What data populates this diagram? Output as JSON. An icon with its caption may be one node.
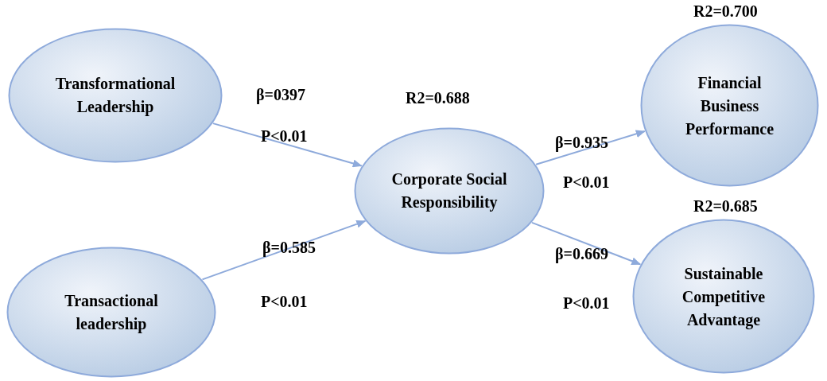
{
  "diagram": {
    "nodes": [
      {
        "text": [
          "Transformational Leadership"
        ]
      },
      {
        "text": [
          "Transactional leadership"
        ]
      },
      {
        "text": [
          "Corporate Social Responsibility"
        ],
        "beside": [
          "R2=0.688"
        ]
      },
      {
        "text": [
          "Financial Business Performance"
        ],
        "beside": [
          "R2=0.700"
        ]
      },
      {
        "text": [
          "Sustainable Competitive Advantage"
        ],
        "beside": [
          "R2=0.685"
        ]
      }
    ],
    "edges": [
      {
        "from": 0,
        "to": 2,
        "arrow": "to",
        "label": "β=0397"
      },
      {
        "from": 1,
        "to": 2,
        "arrow": "to",
        "label": "β=0.585"
      },
      {
        "from": 2,
        "to": 3,
        "arrow": "to",
        "label": "β=0.935"
      },
      {
        "from": 2,
        "to": 4,
        "arrow": "to",
        "label": "β=0.669"
      }
    ],
    "labels": [
      "P<0.01",
      "P<0.01",
      "P<0.01",
      "P<0.01"
    ]
  }
}
